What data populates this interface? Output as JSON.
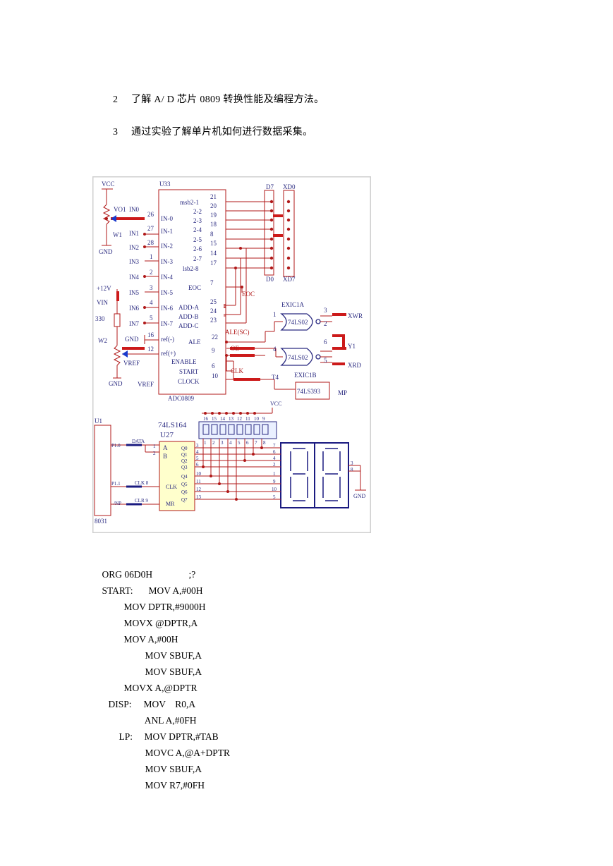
{
  "paragraphs": [
    {
      "num": "2",
      "text": "了解 A/ D 芯片 0809 转换性能及编程方法。"
    },
    {
      "num": "3",
      "text": "通过实验了解单片机如何进行数据采集。"
    }
  ],
  "figure": {
    "vcc_top": "VCC",
    "vo1": "VO1",
    "in0": "IN0",
    "w1": "W1",
    "gnd": "GND",
    "u33": "U33",
    "adc_label": "ADC0809",
    "in_labels": [
      "IN-0",
      "IN-1",
      "IN-2",
      "IN-3",
      "IN-4",
      "IN-5",
      "IN-6",
      "IN-7"
    ],
    "in_pins": [
      "26",
      "27",
      "28",
      "1",
      "2",
      "3",
      "4",
      "5"
    ],
    "in_nets": [
      "",
      "IN1",
      "IN2",
      "IN3",
      "IN4",
      "IN5",
      "IN6",
      "IN7"
    ],
    "ref_minus": "ref(-)",
    "ref_plus": "ref(+)",
    "ref_minus_pin": "16",
    "ref_plus_pin": "12",
    "out_labels": [
      "msb2-1",
      "2-2",
      "2-3",
      "2-4",
      "2-5",
      "2-6",
      "2-7",
      "lsb2-8"
    ],
    "out_pins": [
      "21",
      "20",
      "19",
      "18",
      "8",
      "15",
      "14",
      "17"
    ],
    "eoc_label": "EOC",
    "eoc_pin": "7",
    "eoc_net": "EOC",
    "adda": [
      "ADD-A",
      "ADD-B",
      "ADD-C"
    ],
    "adda_pins": [
      "25",
      "24",
      "23"
    ],
    "ale": "ALE",
    "ale_pin": "22",
    "ale_net": "ALE(SC)",
    "enable": "ENABLE",
    "enable_pin": "9",
    "oe_net": "OE",
    "start": "START",
    "start_pin": "6",
    "clock": "CLOCK",
    "clock_pin": "10",
    "clk_net": "CLK",
    "t4": "T4",
    "ls393": "74LS393",
    "mp": "MP",
    "d7": "D7",
    "d0": "D0",
    "xd0": "XD0",
    "xd7": "XD7",
    "plus12v": "+12V",
    "vin": "VIN",
    "r330": "330",
    "w2": "W2",
    "vref": "VREF",
    "gnd_ref": "GND",
    "exic1a": "EXIC1A",
    "exic1b": "EXIC1B",
    "gate": "74LS02",
    "xwr": "XWR",
    "y1": "Y1",
    "xrd": "XRD",
    "gate_pins": [
      "1",
      "3",
      "2",
      "4",
      "6",
      "5"
    ],
    "u1": "U1",
    "mcu": "8031",
    "p10": "P1.0",
    "p11": "P1.1",
    "np": "/NP",
    "data_net": "DATA",
    "clk_s": "CLK 8",
    "clk_9": "CLR 9",
    "ls164": "74LS164",
    "u27": "U27",
    "chip_a": "A",
    "chip_b": "B",
    "chip_clk": "CLK",
    "chip_mr": "MR",
    "q_labels": [
      "Q0",
      "Q1",
      "Q2",
      "Q3",
      "Q4",
      "Q5",
      "Q6",
      "Q7"
    ],
    "pin_ab": [
      "1",
      "2"
    ],
    "q_pins": [
      "3",
      "4",
      "5",
      "6",
      "10",
      "11",
      "12",
      "13"
    ],
    "res_top": [
      "16",
      "15",
      "14",
      "13",
      "12",
      "11",
      "10",
      "9"
    ],
    "res_bot": [
      "1",
      "2",
      "3",
      "4",
      "5",
      "6",
      "7",
      "8"
    ],
    "vcc2": "VCC",
    "seg_pins": [
      "7",
      "6",
      "4",
      "2",
      "1",
      "9",
      "10",
      "5"
    ],
    "com_pins": [
      "3",
      "8"
    ],
    "gnd2": "GND"
  },
  "code_lines": [
    {
      "label": "ORG 06D0H",
      "text": ";?"
    },
    {
      "label": "START:",
      "text": "MOV A,#00H"
    },
    {
      "label": "",
      "text": "MOV DPTR,#9000H"
    },
    {
      "label": "",
      "text": "MOVX @DPTR,A"
    },
    {
      "label": "",
      "text": "MOV A,#00H"
    },
    {
      "label": "",
      "text": "MOV SBUF,A"
    },
    {
      "label": "",
      "text": "MOV SBUF,A"
    },
    {
      "label": "",
      "text": "MOVX A,@DPTR"
    },
    {
      "label": "DISP:",
      "text": "MOV    R0,A"
    },
    {
      "label": "",
      "text": "ANL A,#0FH"
    },
    {
      "label": "LP:",
      "text": "MOV DPTR,#TAB"
    },
    {
      "label": "",
      "text": "MOVC A,@A+DPTR"
    },
    {
      "label": "",
      "text": "MOV SBUF,A"
    },
    {
      "label": "",
      "text": "MOV R7,#0FH"
    }
  ]
}
